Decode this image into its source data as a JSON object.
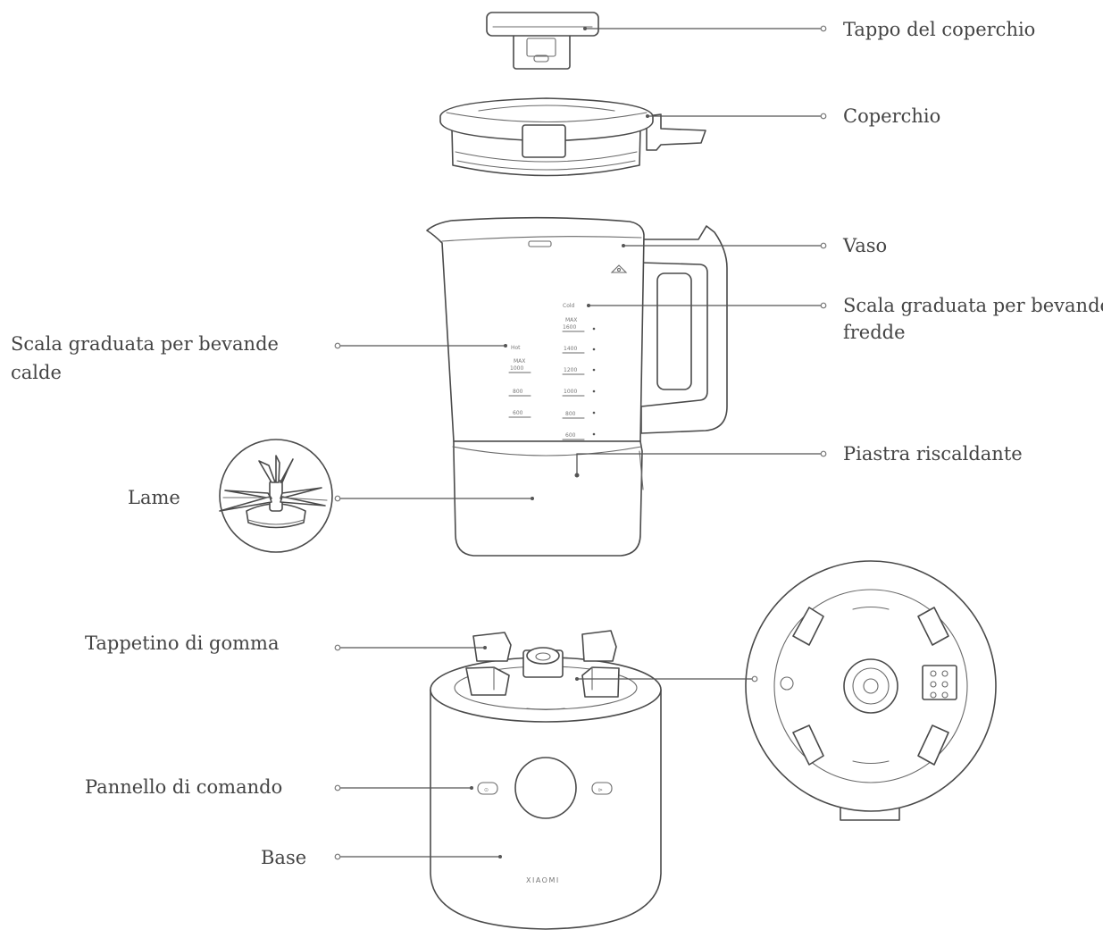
{
  "labels": {
    "tappo_del_coperchio": "Tappo del coperchio",
    "coperchio": "Coperchio",
    "vaso": "Vaso",
    "scala_fredde_1": "Scala graduata per bevande",
    "scala_fredde_2": "fredde",
    "scala_calde_1": "Scala graduata per bevande",
    "scala_calde_2": "calde",
    "piastra_riscaldante": "Piastra riscaldante",
    "lame": "Lame",
    "tappetino_di_gomma": "Tappetino di gomma",
    "pannello_di_comando": "Pannello di comando",
    "base": "Base"
  },
  "product": {
    "brand": "XIAOMI"
  },
  "scales": {
    "cold_top": "Cold",
    "cold_max_1": "MAX",
    "cold_max_2": "1600",
    "cold": [
      "1400",
      "1200",
      "1000",
      "800",
      "600"
    ],
    "hot_top": "Hot",
    "hot_max_1": "MAX",
    "hot_max_2": "1000",
    "hot": [
      "800",
      "600"
    ]
  }
}
